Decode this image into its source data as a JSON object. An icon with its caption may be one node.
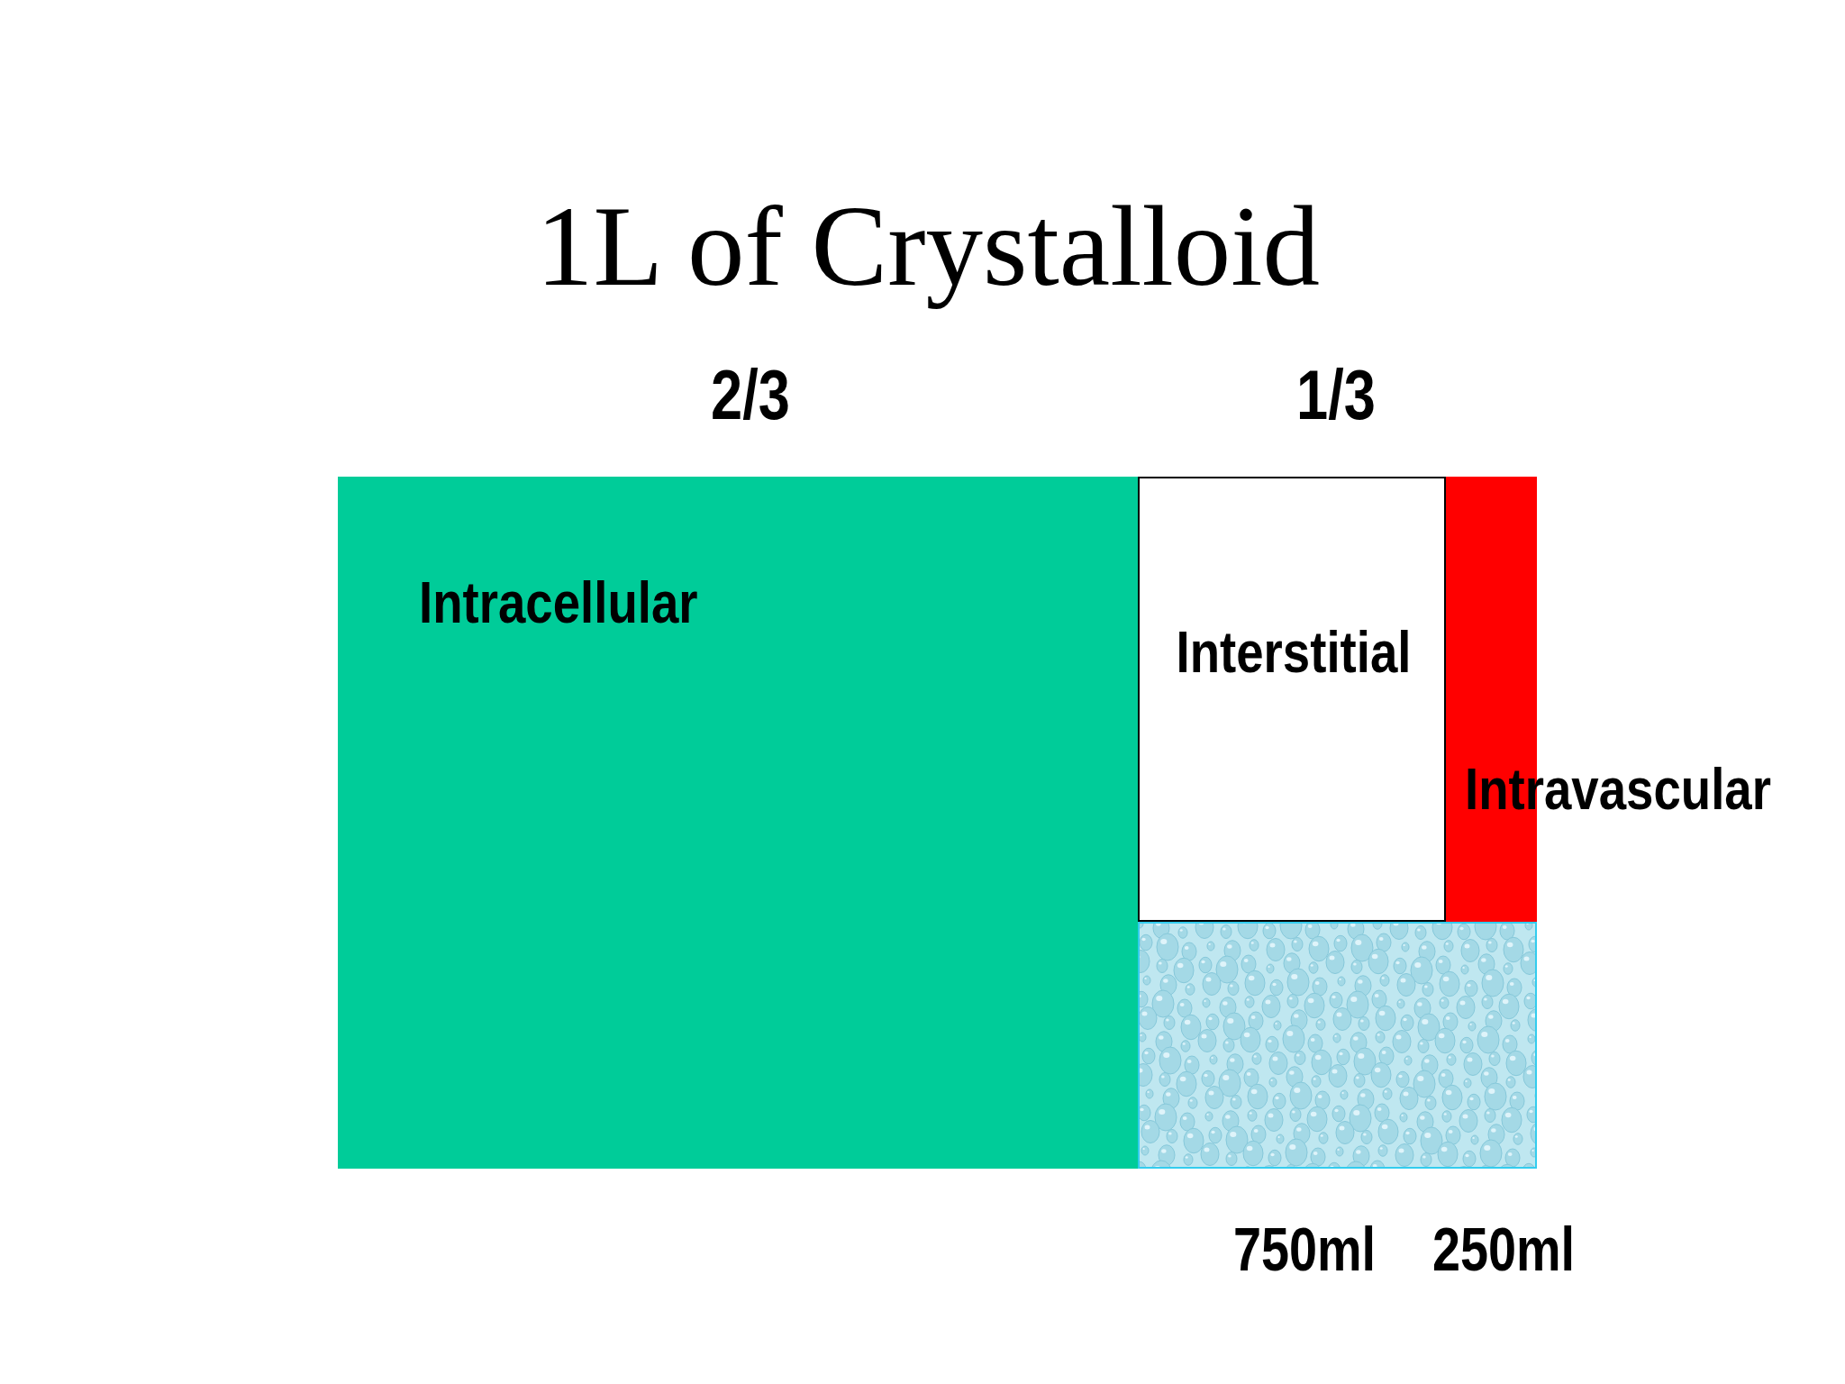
{
  "diagram": {
    "title": "1L of Crystalloid",
    "nodes": [
      {
        "text": [
          "Intracellular"
        ],
        "beside": [
          "2/3"
        ]
      },
      {
        "text": [
          "Interstitial"
        ]
      },
      {
        "text": [
          "Intravascular"
        ]
      },
      {
        "text": [],
        "shape": "picture"
      }
    ],
    "labels": [
      "1/3",
      "750ml",
      "250ml"
    ]
  }
}
